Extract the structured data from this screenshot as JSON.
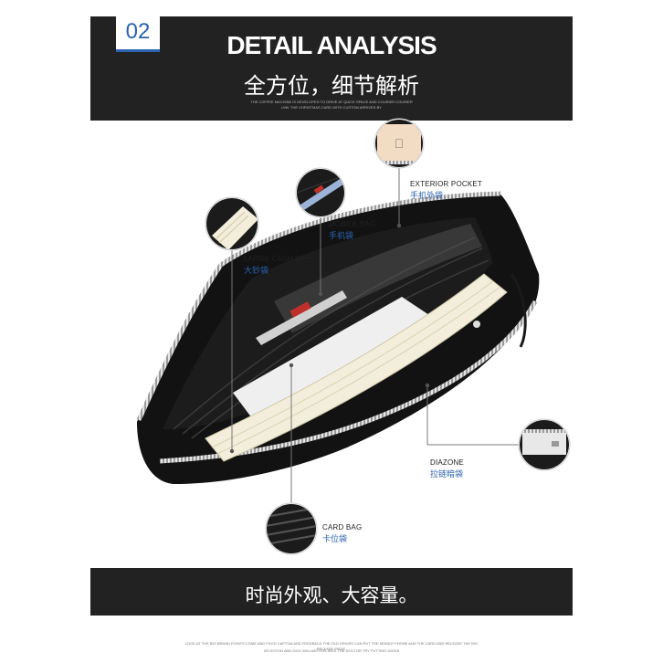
{
  "header": {
    "number": "02",
    "title": "DETAIL ANALYSIS",
    "subtitle": "全方位，细节解析",
    "fine_line_1": "THE COFFEE MACHINE IS DEVELOPED TO DRIVE AT QUICK SPACE AND COURIER COURIER",
    "fine_line_2": "LINK THE CHRISTMAS CARD WITH CUSTOM ARRIVED BY"
  },
  "callouts": [
    {
      "id": "exterior-pocket",
      "en": "EXTERIOR POCKET",
      "zh": "手机外袋",
      "icon": "phone-in-pocket"
    },
    {
      "id": "mobile-bag",
      "en": "MOBILE BAG",
      "zh": "手机袋",
      "icon": "pen-slot"
    },
    {
      "id": "large-cash-bag",
      "en": "LARGE CASH BAG",
      "zh": "大钞袋",
      "icon": "notebook"
    },
    {
      "id": "diazone",
      "en": "DIAZONE",
      "zh": "拉链暗袋",
      "icon": "zipper-pocket"
    },
    {
      "id": "card-bag",
      "en": "CARD BAG",
      "zh": "卡位袋",
      "icon": "card-slots"
    }
  ],
  "footer": {
    "tagline": "时尚外观、大容量。"
  },
  "bottom_fine": {
    "line_1": "LOOK AT THE BIG BRAND POINTS COME AND FILED CAPTIVA AND FEEDBACK THE OLD DRIVER CAN PUT THE MOBILE PHONE AND THE CARD AND RELEASE THE BIG RELEASE PRIZE.",
    "line_2": "NO KOTON AND DICK WILLIAM FEELINGS THE DOCTOR TRY PUTTING DATAS"
  },
  "colors": {
    "band": "#222222",
    "accent_blue": "#2a63b0",
    "bag_black": "#121212",
    "lining": "#1c1c1c",
    "zipper": "#c8c8c8"
  }
}
